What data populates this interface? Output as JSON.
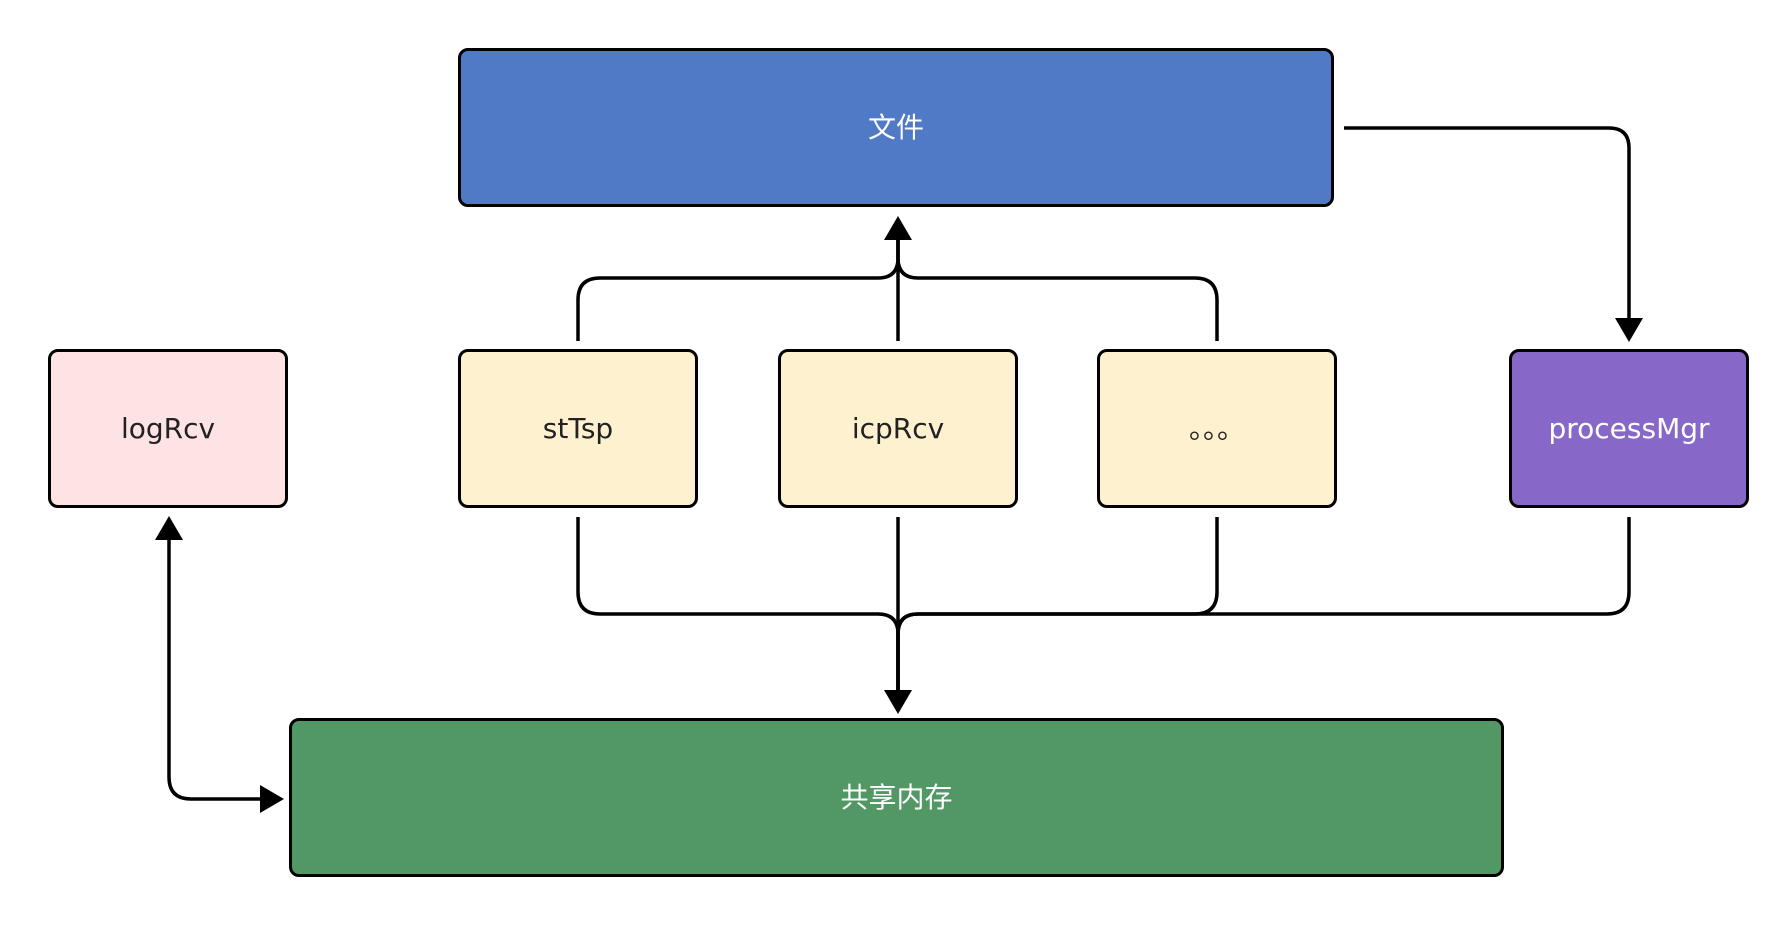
{
  "diagram": {
    "nodes": {
      "file": {
        "label": "文件",
        "fill": "#5079c6",
        "text_color": "#ffffff"
      },
      "shared_memory": {
        "label": "共享内存",
        "fill": "#519865",
        "text_color": "#ffffff"
      },
      "logrcv": {
        "label": "logRcv",
        "fill": "#fde3e4",
        "text_color": "#222222"
      },
      "sttsp": {
        "label": "stTsp",
        "fill": "#fdf1cf",
        "text_color": "#222222"
      },
      "icprcv": {
        "label": "icpRcv",
        "fill": "#fdf1cf",
        "text_color": "#222222"
      },
      "more": {
        "label": "。。。",
        "fill": "#fdf1cf",
        "text_color": "#222222"
      },
      "processmgr": {
        "label": "processMgr",
        "fill": "#8768c8",
        "text_color": "#ffffff"
      }
    },
    "edges": [
      {
        "from": "sttsp",
        "to": "file"
      },
      {
        "from": "icprcv",
        "to": "file"
      },
      {
        "from": "more",
        "to": "file"
      },
      {
        "from": "file",
        "to": "processmgr"
      },
      {
        "from": "sttsp",
        "to": "shared_memory"
      },
      {
        "from": "icprcv",
        "to": "shared_memory"
      },
      {
        "from": "more",
        "to": "shared_memory"
      },
      {
        "from": "processmgr",
        "to": "shared_memory"
      },
      {
        "from": "logrcv",
        "to": "shared_memory",
        "bidirectional": true
      }
    ],
    "stroke_color": "#000000"
  }
}
